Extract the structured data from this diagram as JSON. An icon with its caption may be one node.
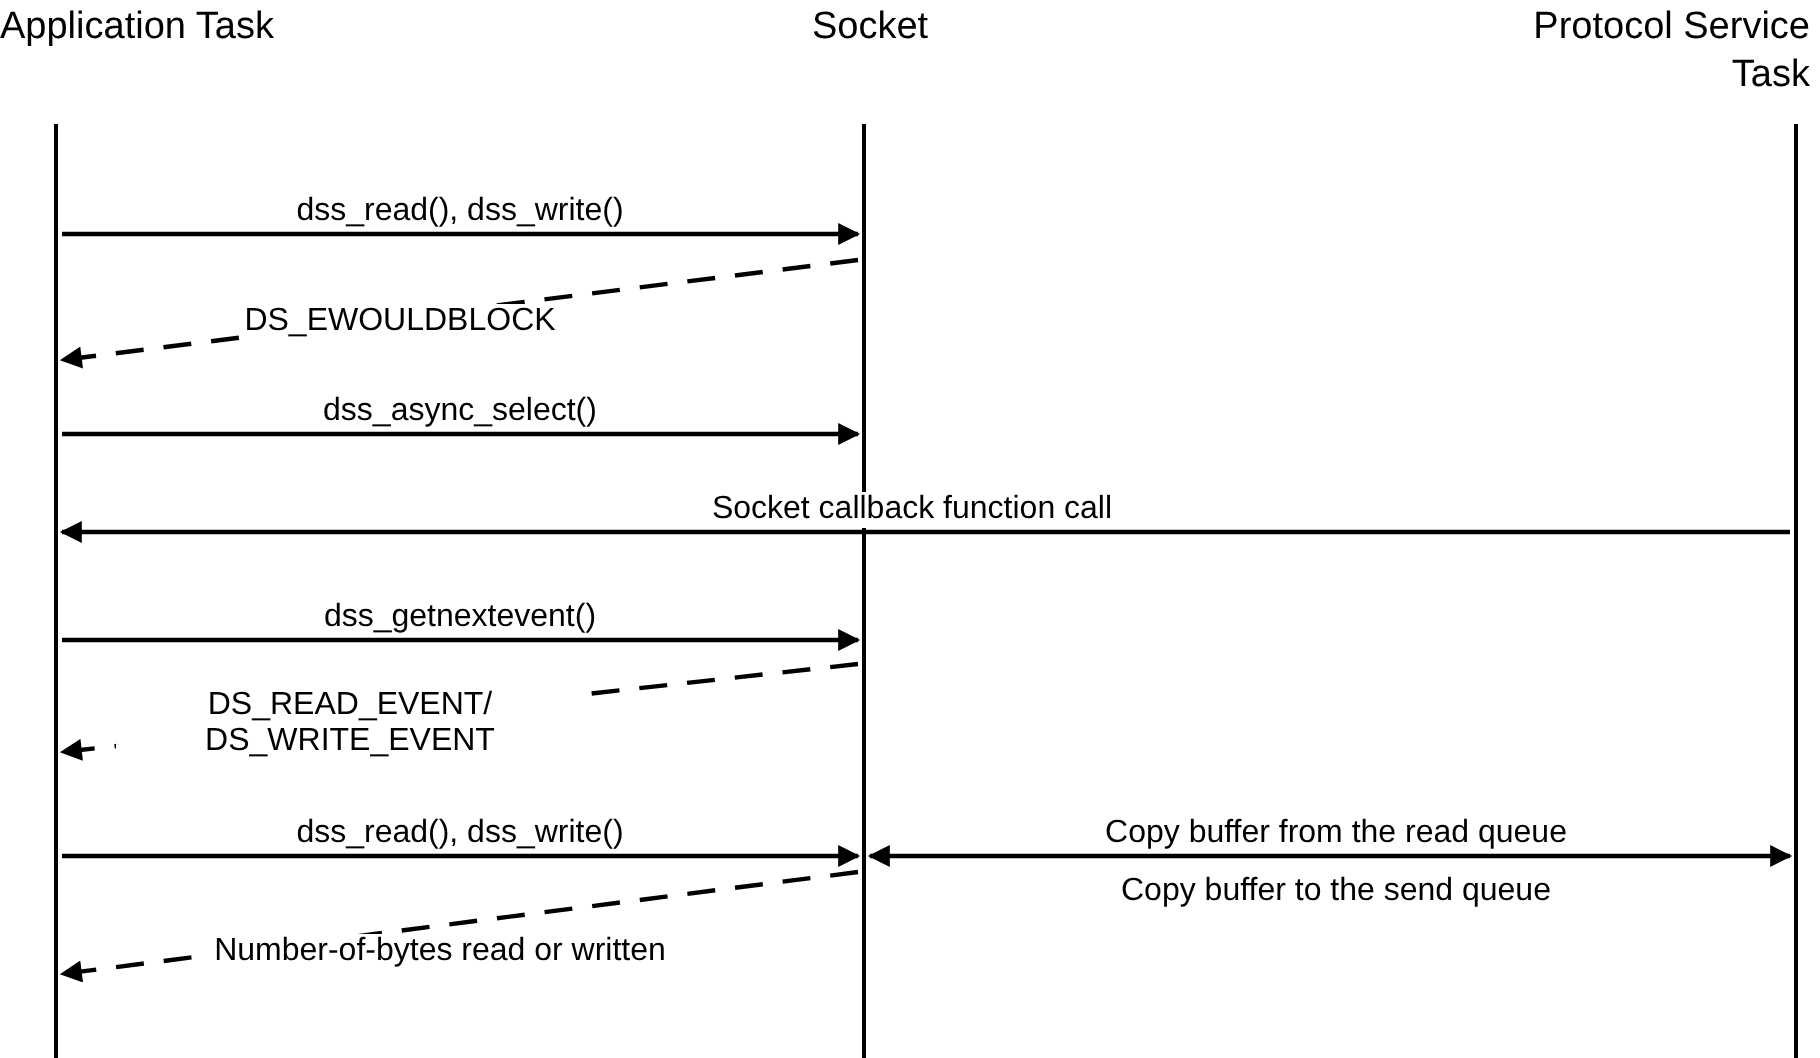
{
  "diagram": {
    "nodes": [
      {
        "text": [
          "Application Task"
        ]
      },
      {
        "text": [
          "Socket"
        ]
      },
      {
        "text": [
          "Protocol Service Task"
        ]
      }
    ],
    "edges": [
      {
        "from": 0,
        "to": 1,
        "arrow": "to",
        "label": "dss_read(), dss_write()"
      },
      {
        "from": 1,
        "to": 0,
        "arrow": "to",
        "style": "dashed",
        "label": "DS_EWOULDBLOCK"
      },
      {
        "from": 0,
        "to": 1,
        "arrow": "to",
        "label": "dss_async_select()"
      },
      {
        "from": 2,
        "to": 0,
        "arrow": "to",
        "label": "Socket callback function call"
      },
      {
        "from": 0,
        "to": 1,
        "arrow": "to",
        "label": "dss_getnextevent()"
      },
      {
        "from": 1,
        "to": 0,
        "arrow": "to",
        "style": "dashed",
        "label": "DS_READ_EVENT/ DS_WRITE_EVENT"
      },
      {
        "from": 0,
        "to": 1,
        "arrow": "to",
        "label": "dss_read(), dss_write()"
      },
      {
        "from": 1,
        "to": 2,
        "arrow": "both",
        "label": "Copy buffer from the read queue"
      },
      {
        "from": 1,
        "to": 0,
        "arrow": "to",
        "style": "dashed",
        "label": "Number-of-bytes read or written"
      }
    ],
    "labels": [
      "Copy buffer to the send queue"
    ]
  }
}
